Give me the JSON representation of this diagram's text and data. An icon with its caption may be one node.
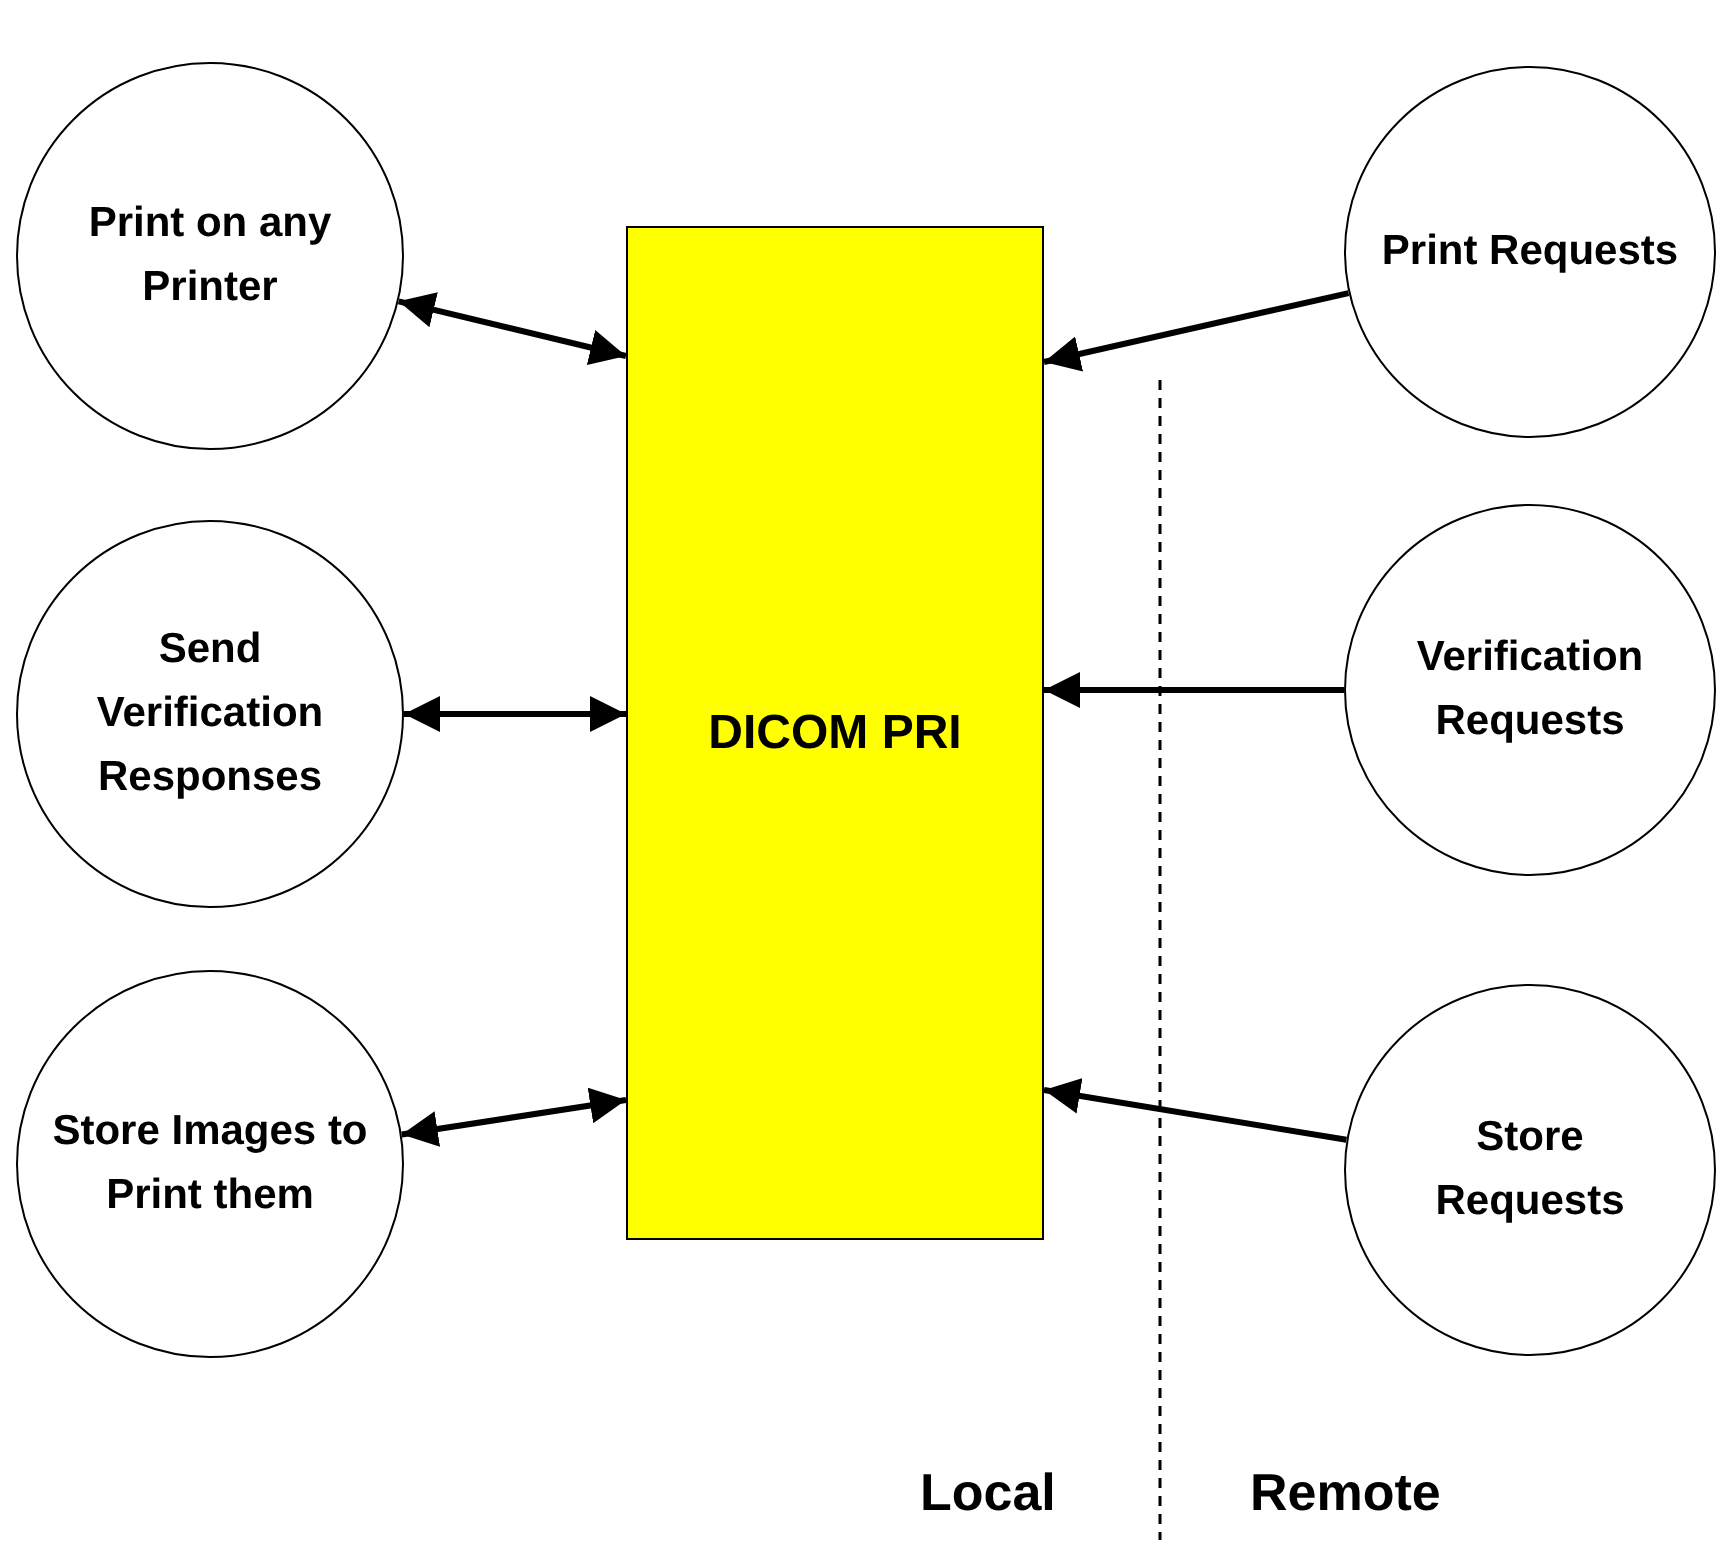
{
  "diagram": {
    "nodes": [
      {
        "text": [
          "Print on any Printer"
        ]
      },
      {
        "text": [
          "Print Requests"
        ]
      },
      {
        "text": [
          "DICOM PRI"
        ]
      },
      {
        "text": [
          "Send Verification Responses"
        ]
      },
      {
        "text": [
          "Verification Requests"
        ]
      },
      {
        "text": [
          "Store Images to Print them"
        ]
      },
      {
        "text": [
          "Store Requests"
        ]
      }
    ],
    "edges": [
      {
        "from": 0,
        "to": 2,
        "arrow": "both"
      },
      {
        "from": 1,
        "to": 2,
        "arrow": "to"
      },
      {
        "from": 3,
        "to": 2,
        "arrow": "both"
      },
      {
        "from": 4,
        "to": 2,
        "arrow": "to"
      },
      {
        "from": 5,
        "to": 2,
        "arrow": "both"
      },
      {
        "from": 6,
        "to": 2,
        "arrow": "to"
      }
    ],
    "labels": [
      "Local",
      "Remote"
    ]
  }
}
